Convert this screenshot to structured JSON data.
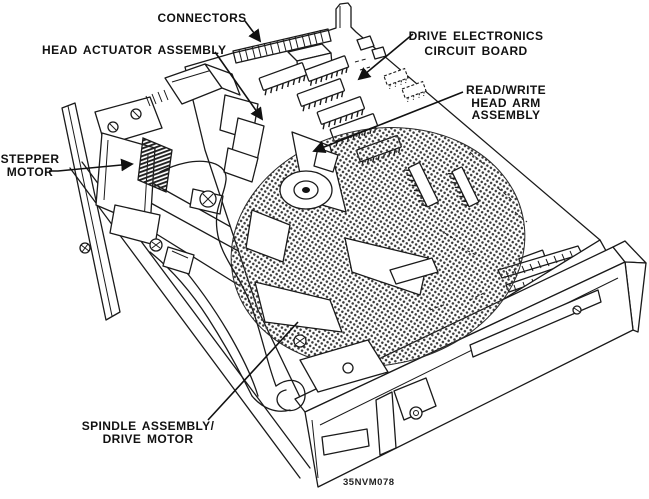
{
  "diagram": {
    "description": "Exploded cutaway line drawing of a disk drive with internal components labeled",
    "figure_number": "35NVM078",
    "callouts": [
      {
        "id": "connectors",
        "lines": [
          "CONNECTORS"
        ]
      },
      {
        "id": "head-actuator",
        "lines": [
          "HEAD ACTUATOR ASSEMBLY"
        ]
      },
      {
        "id": "drive-electronics",
        "lines": [
          "DRIVE ELECTRONICS",
          "CIRCUIT BOARD"
        ]
      },
      {
        "id": "read-write",
        "lines": [
          "READ/WRITE",
          "HEAD ARM",
          "ASSEMBLY"
        ]
      },
      {
        "id": "stepper",
        "lines": [
          "STEPPER",
          "MOTOR"
        ]
      },
      {
        "id": "spindle",
        "lines": [
          "SPINDLE ASSEMBLY/",
          "DRIVE MOTOR"
        ]
      }
    ],
    "colors": {
      "ink": "#1a1a1a",
      "paper": "#ffffff",
      "halftone_dot": "#3c3c3c"
    }
  }
}
